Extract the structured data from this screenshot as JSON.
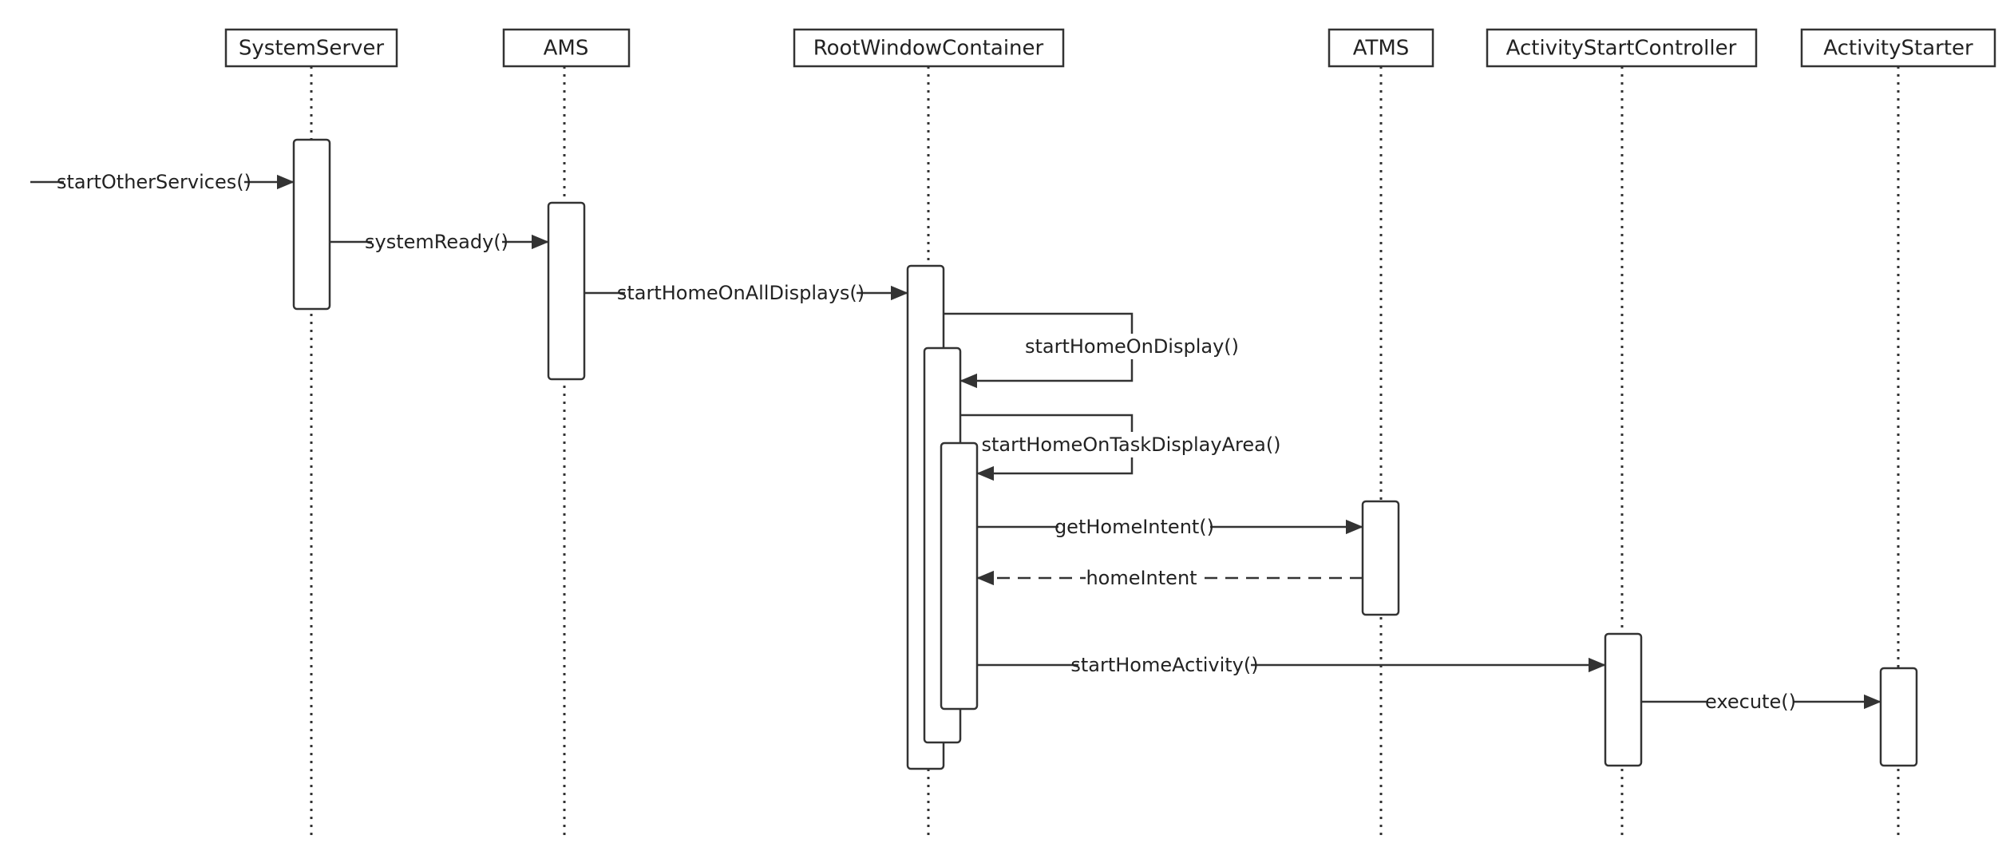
{
  "participants": [
    {
      "id": "systemserver",
      "label": "SystemServer"
    },
    {
      "id": "ams",
      "label": "AMS"
    },
    {
      "id": "rootwindowcontainer",
      "label": "RootWindowContainer"
    },
    {
      "id": "atms",
      "label": "ATMS"
    },
    {
      "id": "activitystartcontroller",
      "label": "ActivityStartController"
    },
    {
      "id": "activitystarter",
      "label": "ActivityStarter"
    }
  ],
  "messages": [
    {
      "id": "start-other-services",
      "label": "startOtherServices()",
      "from": "external",
      "to": "systemserver",
      "kind": "sync"
    },
    {
      "id": "system-ready",
      "label": "systemReady()",
      "from": "systemserver",
      "to": "ams",
      "kind": "sync"
    },
    {
      "id": "start-home-on-all-displays",
      "label": "startHomeOnAllDisplays()",
      "from": "ams",
      "to": "rootwindowcontainer",
      "kind": "sync"
    },
    {
      "id": "start-home-on-display",
      "label": "startHomeOnDisplay()",
      "from": "rootwindowcontainer",
      "to": "rootwindowcontainer",
      "kind": "self"
    },
    {
      "id": "start-home-on-task-display-area",
      "label": "startHomeOnTaskDisplayArea()",
      "from": "rootwindowcontainer",
      "to": "rootwindowcontainer",
      "kind": "self"
    },
    {
      "id": "get-home-intent",
      "label": "getHomeIntent()",
      "from": "rootwindowcontainer",
      "to": "atms",
      "kind": "sync"
    },
    {
      "id": "home-intent",
      "label": "homeIntent",
      "from": "atms",
      "to": "rootwindowcontainer",
      "kind": "return"
    },
    {
      "id": "start-home-activity",
      "label": "startHomeActivity()",
      "from": "rootwindowcontainer",
      "to": "activitystartcontroller",
      "kind": "sync"
    },
    {
      "id": "execute",
      "label": "execute()",
      "from": "activitystartcontroller",
      "to": "activitystarter",
      "kind": "sync"
    }
  ],
  "colors": {
    "line": "#333333",
    "text": "#222222",
    "background": "#ffffff"
  }
}
